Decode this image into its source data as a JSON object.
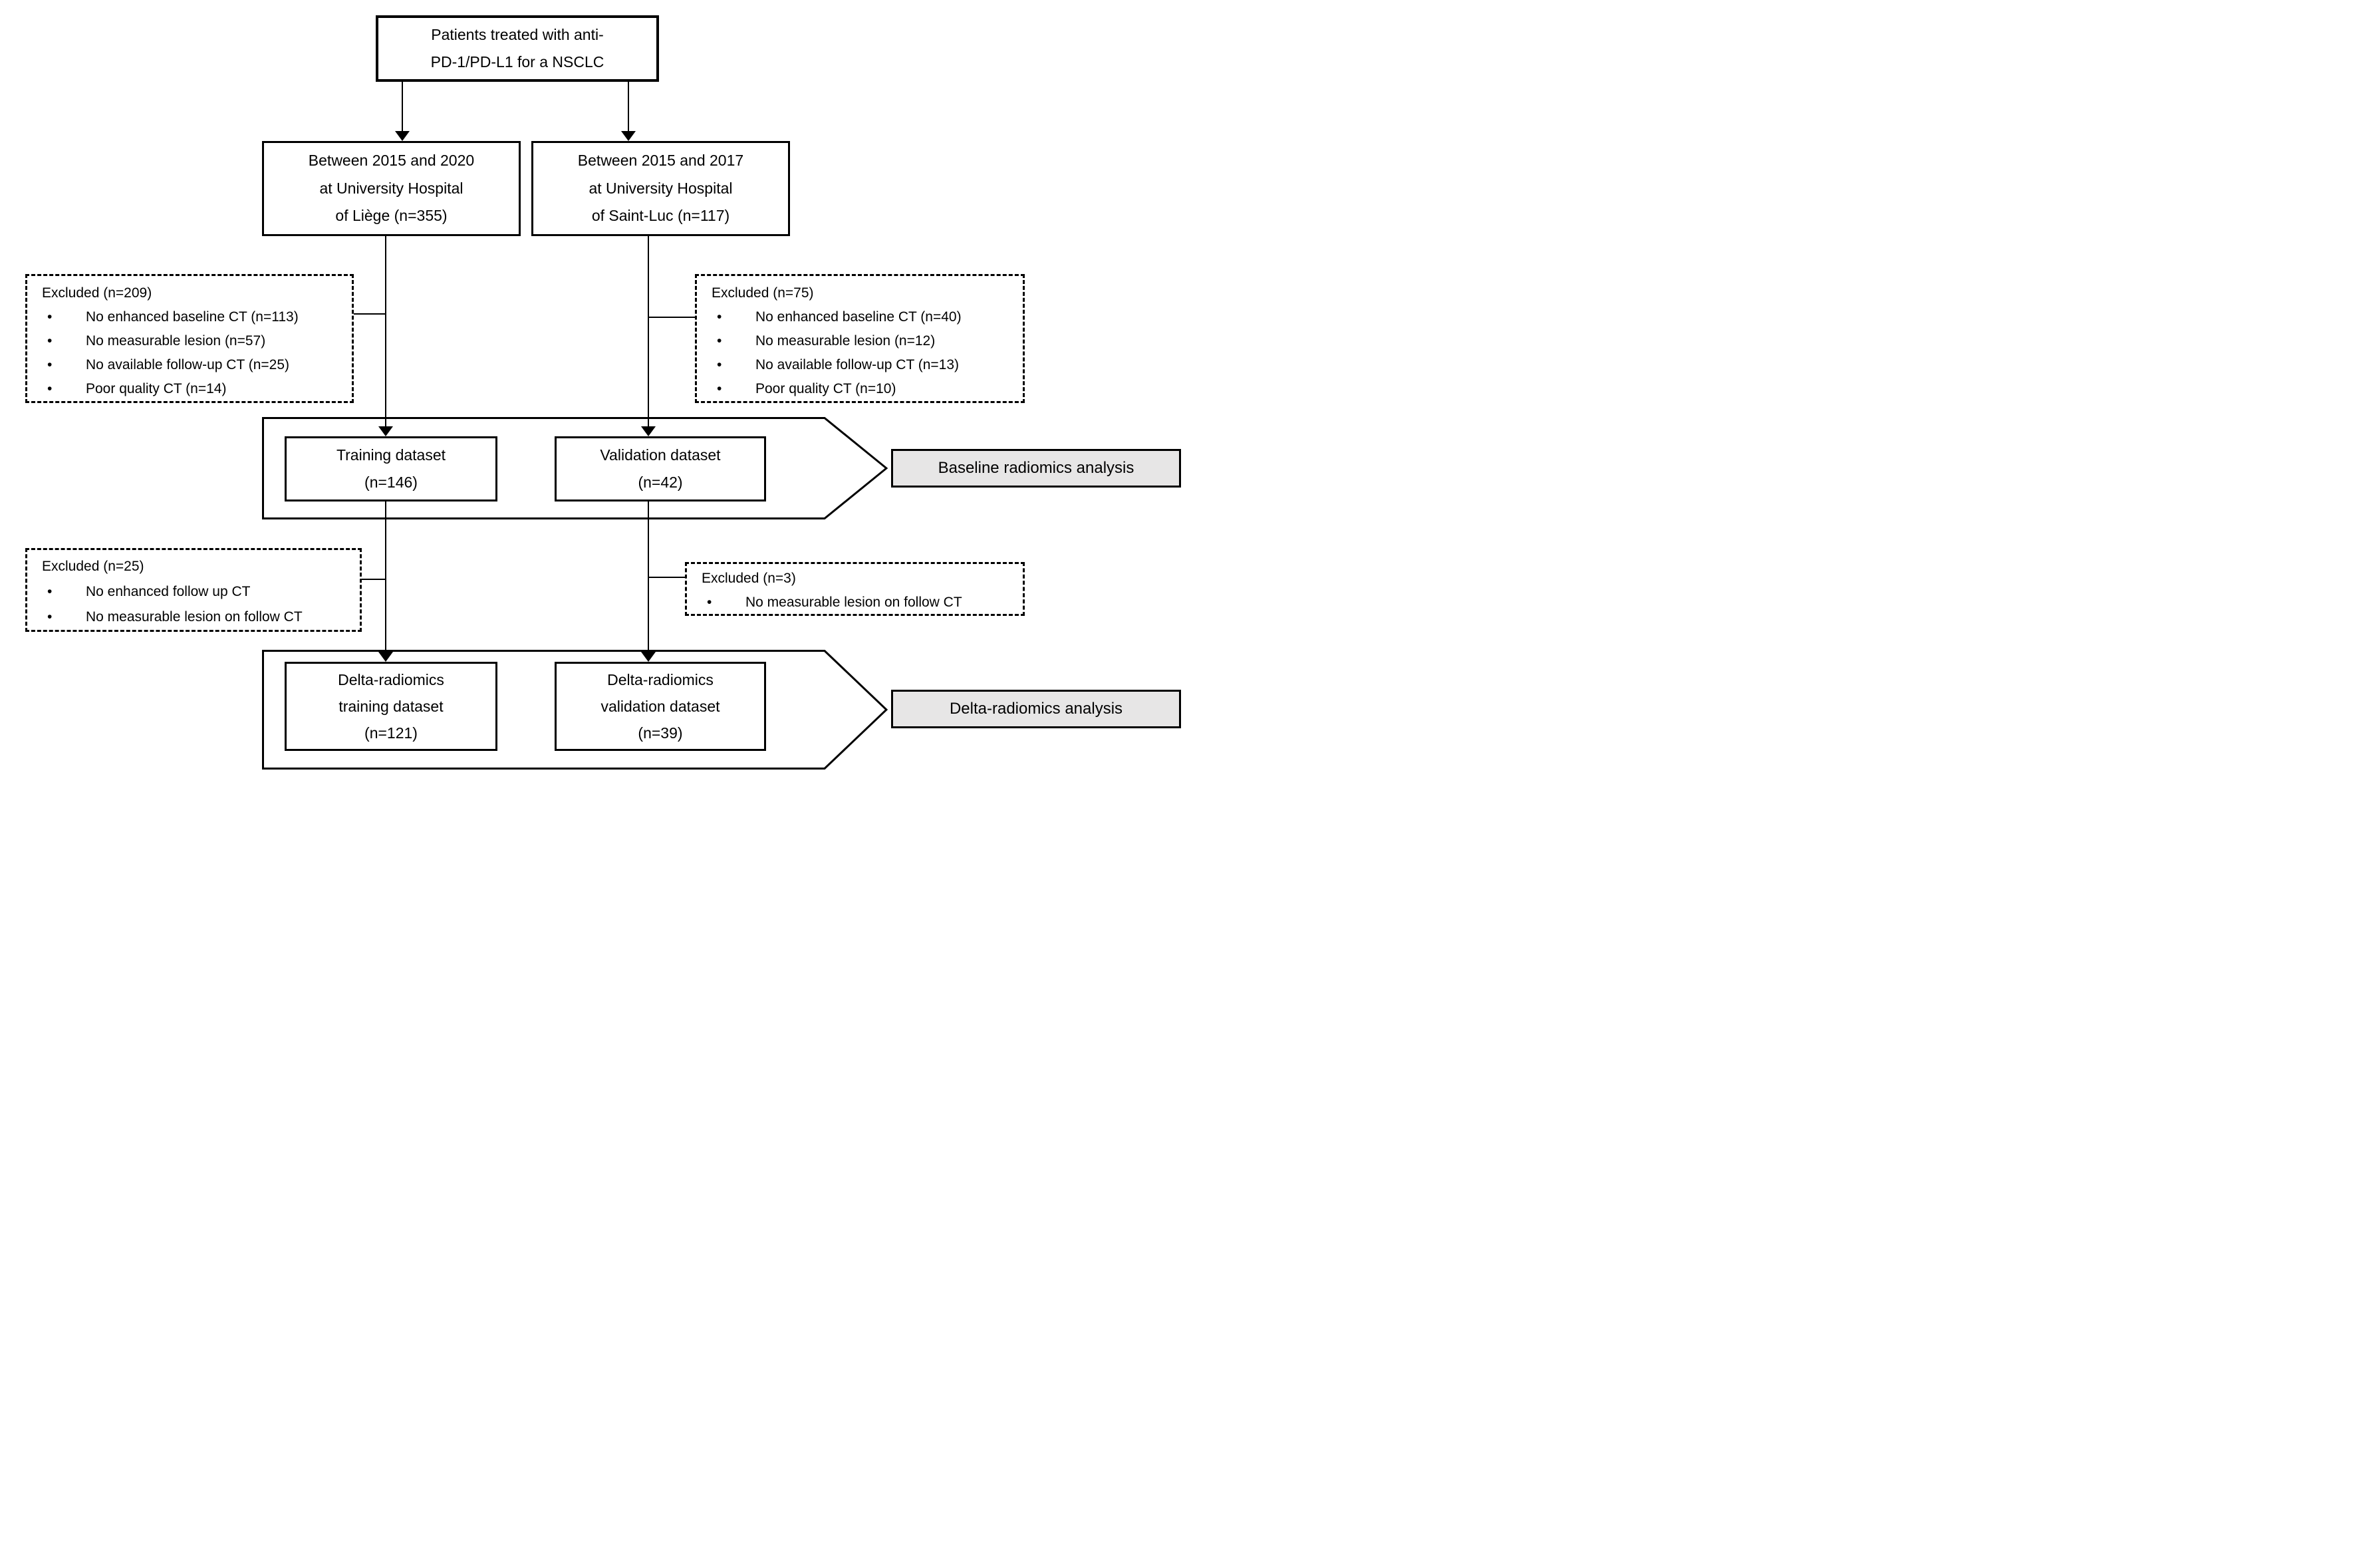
{
  "diagram": {
    "source_box": {
      "text": "Patients treated with anti-\nPD-1/PD-L1 for a NSCLC"
    },
    "cohorts": [
      {
        "text": "Between 2015 and 2020\nat University Hospital\nof Liège (n=355)"
      },
      {
        "text": "Between 2015 and 2017\nat University Hospital\nof Saint-Luc (n=117)"
      }
    ],
    "baseline_exclusions": [
      {
        "title": "Excluded (n=209)",
        "items": [
          "No enhanced baseline CT (n=113)",
          "No measurable lesion (n=57)",
          "No available follow-up CT (n=25)",
          "Poor quality CT (n=14)"
        ]
      },
      {
        "title": "Excluded (n=75)",
        "items": [
          "No enhanced baseline CT (n=40)",
          "No measurable lesion (n=12)",
          "No available follow-up CT (n=13)",
          "Poor quality CT (n=10)"
        ]
      }
    ],
    "baseline_datasets": [
      {
        "text": "Training dataset\n(n=146)"
      },
      {
        "text": "Validation dataset\n(n=42)"
      }
    ],
    "baseline_stage_label": "Baseline radiomics analysis",
    "delta_exclusions": [
      {
        "title": "Excluded (n=25)",
        "items": [
          "No enhanced follow up CT",
          "No measurable lesion on follow CT"
        ]
      },
      {
        "title": "Excluded (n=3)",
        "items": [
          "No measurable lesion on follow CT"
        ]
      }
    ],
    "delta_datasets": [
      {
        "text": "Delta-radiomics\ntraining dataset\n(n=121)"
      },
      {
        "text": "Delta-radiomics\nvalidation dataset\n(n=39)"
      }
    ],
    "delta_stage_label": "Delta-radiomics analysis",
    "colors": {
      "line": "#000000",
      "stage_label_fill": "#e7e6e6",
      "background": "#ffffff",
      "text": "#000000"
    }
  }
}
